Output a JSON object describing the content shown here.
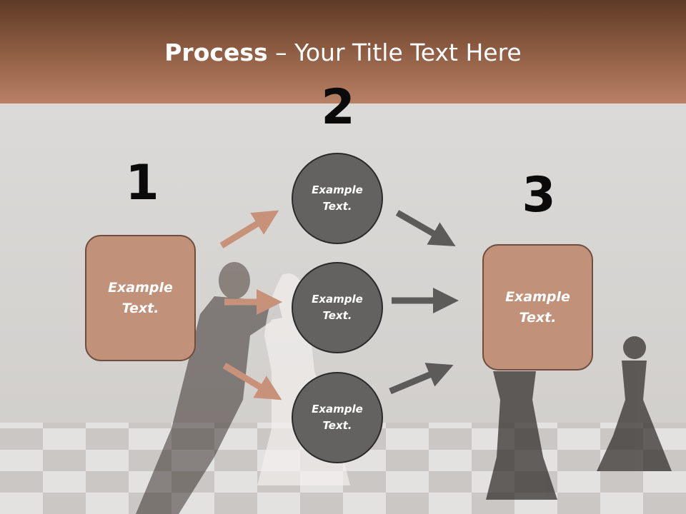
{
  "title": {
    "bold": "Process",
    "rest": " – Your Title Text Here"
  },
  "steps": {
    "one": "1",
    "two": "2",
    "three": "3"
  },
  "boxes": {
    "left": "Example Text.",
    "right": "Example Text."
  },
  "circles": [
    "Example Text.",
    "Example Text.",
    "Example Text."
  ],
  "colors": {
    "header": "#8a5a40",
    "box": "#c1917a",
    "circle": "#636261",
    "arrow_in": "#c8917a",
    "arrow_out": "#5c5b5a"
  }
}
